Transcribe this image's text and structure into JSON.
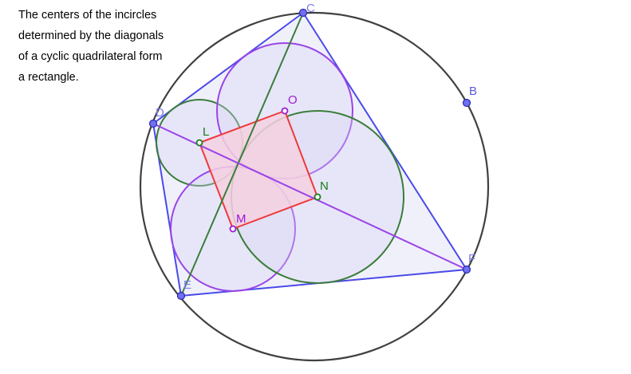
{
  "caption": {
    "lines": [
      "The centers of the incircles",
      "determined by the diagonals",
      "of a cyclic quadrilateral form",
      "a rectangle."
    ]
  },
  "points": {
    "C": {
      "label": "C",
      "color": "#7b7bf0"
    },
    "B": {
      "label": "B",
      "color": "#5a5ae0"
    },
    "D": {
      "label": "D",
      "color": "#7b7bf0"
    },
    "E": {
      "label": "E",
      "color": "#7b7bf0"
    },
    "F": {
      "label": "F",
      "color": "#7b7bf0"
    },
    "L": {
      "label": "L",
      "color": "#1a7a1a"
    },
    "O": {
      "label": "O",
      "color": "#9a1ad8"
    },
    "N": {
      "label": "N",
      "color": "#1a7a1a"
    },
    "M": {
      "label": "M",
      "color": "#9a1ad8"
    }
  },
  "colors": {
    "circumcircle": "#404040",
    "quadrilateral": "#4a4ae8",
    "quad_fill": "#ebebfa",
    "diagonal_CE": "#3a7d3a",
    "diagonal_DF": "#9a44e8",
    "incircle_green": "#3a7d3a",
    "incircle_purple": "#9a44e8",
    "rectangle_stroke": "#ee3a3a",
    "rectangle_fill": "#f4d0e0",
    "vertex_fill": "#6f6ff2",
    "vertex_stroke": "#2a2ab0"
  }
}
